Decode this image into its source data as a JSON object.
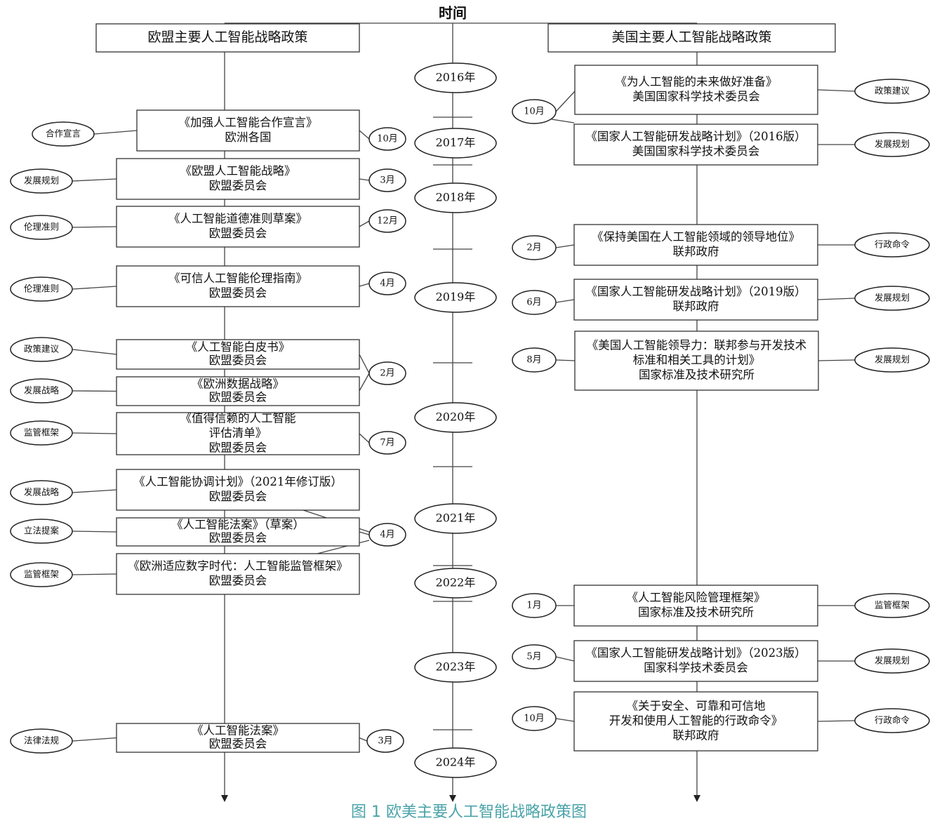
{
  "time_label": "时间",
  "caption": "图 1  欧美主要人工智能战略政策图",
  "eu_header": "欧盟主要人工智能战略政策",
  "us_header": "美国主要人工智能战略政策",
  "years": [
    "2016年",
    "2017年",
    "2018年",
    "2019年",
    "2020年",
    "2021年",
    "2022年",
    "2023年",
    "2024年"
  ],
  "eu_policies": [
    {
      "lines": [
        "《加强人工智能合作宣言》",
        "欧洲各国"
      ],
      "month": "10月",
      "category": "合作宣言"
    },
    {
      "lines": [
        "《欧盟人工智能战略》",
        "欧盟委员会"
      ],
      "month": "3月",
      "category": "发展规划"
    },
    {
      "lines": [
        "《人工智能道德准则草案》",
        "欧盟委员会"
      ],
      "month": "12月",
      "category": "伦理准则"
    },
    {
      "lines": [
        "《可信人工智能伦理指南》",
        "欧盟委员会"
      ],
      "month": "4月",
      "category": "伦理准则"
    },
    {
      "lines": [
        "《人工智能白皮书》",
        "欧盟委员会"
      ],
      "month": "2月",
      "category": "政策建议"
    },
    {
      "lines": [
        "《欧洲数据战略》",
        "欧盟委员会"
      ],
      "month": "",
      "category": "发展战略"
    },
    {
      "lines": [
        "《值得信赖的人工智能",
        "评估清单》",
        "欧盟委员会"
      ],
      "month": "7月",
      "category": "监管框架"
    },
    {
      "lines": [
        "《人工智能协调计划》（2021年修订版）",
        "欧盟委员会"
      ],
      "month": "",
      "category": "发展战略"
    },
    {
      "lines": [
        "《人工智能法案》（草案）",
        "欧盟委员会"
      ],
      "month": "4月",
      "category": "立法提案"
    },
    {
      "lines": [
        "《欧洲适应数字时代：人工智能监管框架》",
        "欧盟委员会"
      ],
      "month": "",
      "category": "监管框架"
    },
    {
      "lines": [
        "《人工智能法案》",
        "欧盟委员会"
      ],
      "month": "3月",
      "category": "法律法规"
    }
  ],
  "us_policies": [
    {
      "lines": [
        "《为人工智能的未来做好准备》",
        "美国国家科学技术委员会"
      ],
      "month": "10月",
      "category": "政策建议"
    },
    {
      "lines": [
        "《国家人工智能研发战略计划》（2016版）",
        "美国国家科学技术委员会"
      ],
      "month": "",
      "category": "发展规划"
    },
    {
      "lines": [
        "《保持美国在人工智能领域的领导地位》",
        "联邦政府"
      ],
      "month": "2月",
      "category": "行政命令"
    },
    {
      "lines": [
        "《国家人工智能研发战略计划》（2019版）",
        "联邦政府"
      ],
      "month": "6月",
      "category": "发展规划"
    },
    {
      "lines": [
        "《美国人工智能领导力：联邦参与开发技术",
        "标准和相关工具的计划》",
        "国家标准及技术研究所"
      ],
      "month": "8月",
      "category": "发展规划"
    },
    {
      "lines": [
        "《人工智能风险管理框架》",
        "国家标准及技术研究所"
      ],
      "month": "1月",
      "category": "监管框架"
    },
    {
      "lines": [
        "《国家人工智能研发战略计划》（2023版）",
        "国家科学技术委员会"
      ],
      "month": "5月",
      "category": "发展规划"
    },
    {
      "lines": [
        "《关于安全、可靠和可信地",
        "开发和使用人工智能的行政命令》",
        "联邦政府"
      ],
      "month": "10月",
      "category": "行政命令"
    }
  ]
}
